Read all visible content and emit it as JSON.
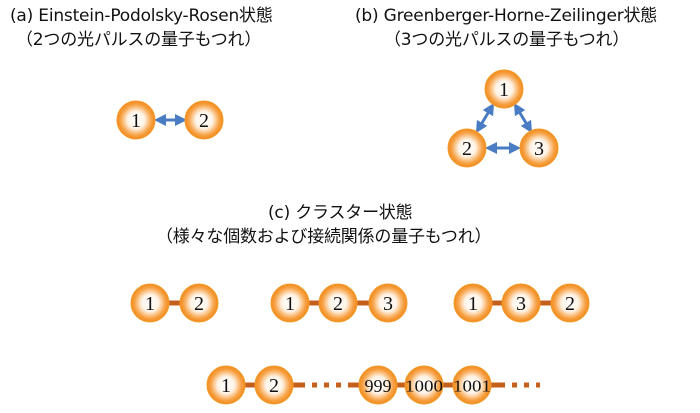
{
  "panels": {
    "a": {
      "title": "(a) Einstein-Podolsky-Rosen状態",
      "subtitle": "（2つの光パルスの量子もつれ）",
      "nodes": [
        "1",
        "2"
      ]
    },
    "b": {
      "title": "(b) Greenberger-Horne-Zeilinger状態",
      "subtitle": "（3つの光パルスの量子もつれ）",
      "nodes": [
        "1",
        "2",
        "3"
      ]
    },
    "c": {
      "title": "(c) クラスター状態",
      "subtitle": "（様々な個数および接続関係の量子もつれ）",
      "chains": [
        [
          "1",
          "2"
        ],
        [
          "1",
          "2",
          "3"
        ],
        [
          "1",
          "3",
          "2"
        ]
      ],
      "long_chain": {
        "start": [
          "1",
          "2"
        ],
        "middle": [
          "999",
          "1000",
          "1001"
        ]
      }
    }
  },
  "colors": {
    "node_outer": "#f39a2b",
    "node_inner": "#ffffff",
    "arrow": "#4a7cc4",
    "link": "#c4601a"
  }
}
